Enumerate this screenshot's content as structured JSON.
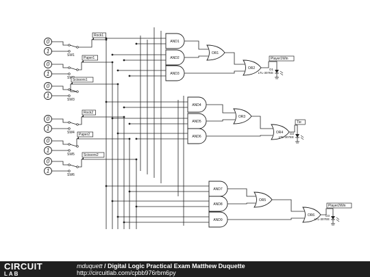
{
  "colors": {
    "wire": "#222222",
    "footer": "#1f1f1f"
  },
  "switches": [
    {
      "label": "SW1",
      "net": "Rock1"
    },
    {
      "label": "SW2",
      "net": "Paper1"
    },
    {
      "label": "SW3",
      "net": "Scissors1"
    },
    {
      "label": "SW4",
      "net": "Rock2"
    },
    {
      "label": "SW5",
      "net": "Paper2"
    },
    {
      "label": "SW6",
      "net": "Scissors2"
    }
  ],
  "logic_values": {
    "zero": "0",
    "one": "1"
  },
  "and_gates": [
    "AND1",
    "AND2",
    "AND3",
    "AND4",
    "AND5",
    "AND6",
    "AND7",
    "AND8",
    "AND9"
  ],
  "or_gates": [
    "OR1",
    "OR2",
    "OR3",
    "OR4",
    "OR5",
    "OR6"
  ],
  "outputs": [
    {
      "net": "Player1Win",
      "diode": "D1",
      "part": "LTL-307EE"
    },
    {
      "net": "Tie",
      "diode": "D2",
      "part": "LTL-307EE"
    },
    {
      "net": "Player2Win",
      "diode": "D3",
      "part": "LTL-307EE"
    }
  ],
  "footer": {
    "logo_top": "CIRCUIT",
    "logo_bottom": "LAB",
    "author": "mduquett",
    "separator": " / ",
    "title": "Digital Logic Practical Exam Matthew Duquette",
    "url": "http://circuitlab.com/cpbb976rbm6py"
  }
}
